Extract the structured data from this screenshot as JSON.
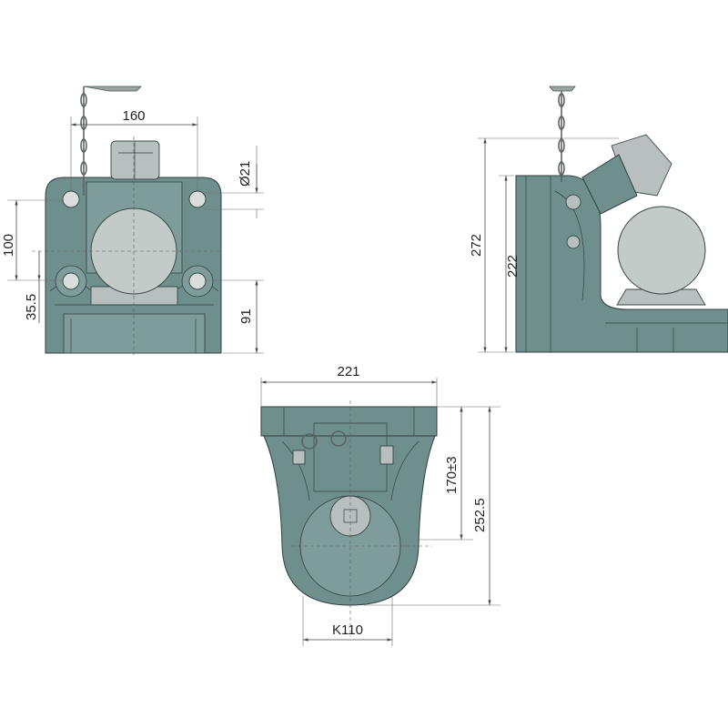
{
  "drawing": {
    "front_view": {
      "dimensions": {
        "width_holes": "160",
        "hole_diameter": "Ø21",
        "hole_spacing_vertical": "100",
        "offset": "35.5",
        "height_lower": "91"
      }
    },
    "side_view": {
      "dimensions": {
        "total_height": "272",
        "plate_height": "222"
      }
    },
    "bottom_view": {
      "dimensions": {
        "width": "221",
        "ball_height": "170±3",
        "total_depth": "252.5",
        "ball_size": "K110"
      }
    },
    "colors": {
      "body": "#6f8f8c",
      "ball": "#c3cbc9",
      "dimension_line": "#4a4a4a"
    }
  }
}
